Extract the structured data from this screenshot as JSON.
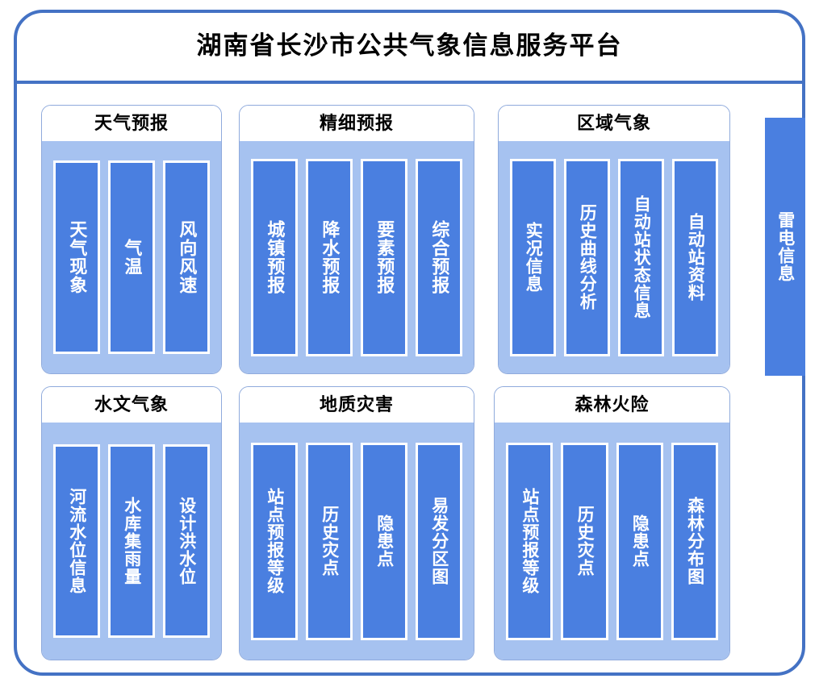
{
  "header": {
    "title": "湖南省长沙市公共气象信息服务平台"
  },
  "colors": {
    "frame_border": "#4472C4",
    "panel_border": "#8FAADC",
    "panel_body": "#A6C2F0",
    "item_bar": "#4A7FE0",
    "item_bar_border": "#FFFFFF",
    "panel_head_bg": "#FFFFFF",
    "title_text": "#000000",
    "item_text": "#FFFFFF"
  },
  "panels": [
    {
      "id": "weather-forecast",
      "title": "天气预报",
      "items": [
        {
          "label": "天气现象"
        },
        {
          "label": "气温"
        },
        {
          "label": "风向风速"
        }
      ]
    },
    {
      "id": "fine-forecast",
      "title": "精细预报",
      "items": [
        {
          "label": "城镇预报"
        },
        {
          "label": "降水预报"
        },
        {
          "label": "要素预报"
        },
        {
          "label": "综合预报"
        }
      ]
    },
    {
      "id": "regional-meteorology",
      "title": "区域气象",
      "items": [
        {
          "label": "实况信息"
        },
        {
          "label": "历史曲线分析"
        },
        {
          "label": "自动站状态信息"
        },
        {
          "label": "自动站资料"
        }
      ]
    },
    {
      "id": "hydro-meteorology",
      "title": "水文气象",
      "items": [
        {
          "label": "河流水位信息"
        },
        {
          "label": "水库集雨量"
        },
        {
          "label": "设计洪水位"
        }
      ]
    },
    {
      "id": "geological-disaster",
      "title": "地质灾害",
      "items": [
        {
          "label": "站点预报等级"
        },
        {
          "label": "历史灾点"
        },
        {
          "label": "隐患点"
        },
        {
          "label": "易发分区图"
        }
      ]
    },
    {
      "id": "forest-fire-risk",
      "title": "森林火险",
      "items": [
        {
          "label": "站点预报等级"
        },
        {
          "label": "历史灾点"
        },
        {
          "label": "隐患点"
        },
        {
          "label": "森林分布图"
        }
      ]
    }
  ],
  "standalone": {
    "lightning": {
      "id": "lightning-info",
      "label": "雷电信息"
    }
  }
}
